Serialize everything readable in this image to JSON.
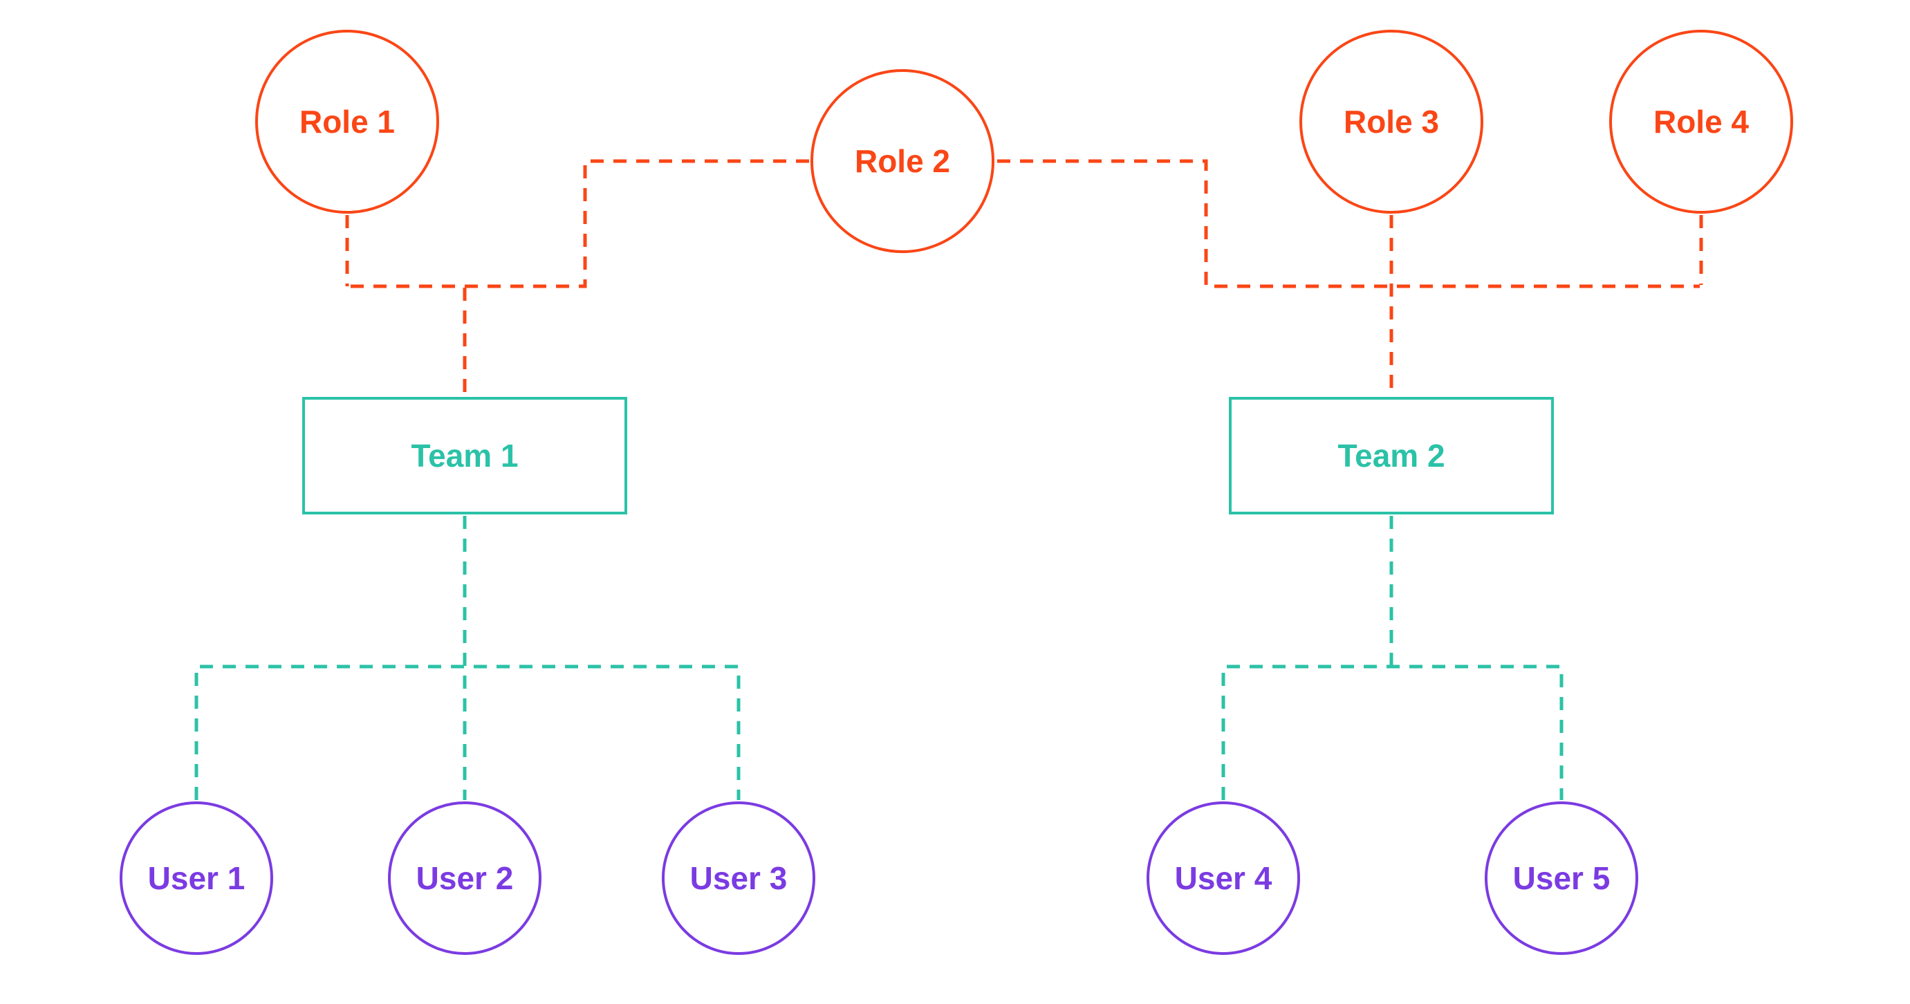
{
  "diagram": {
    "roles": [
      {
        "id": "role-1",
        "label": "Role 1"
      },
      {
        "id": "role-2",
        "label": "Role 2"
      },
      {
        "id": "role-3",
        "label": "Role 3"
      },
      {
        "id": "role-4",
        "label": "Role 4"
      }
    ],
    "teams": [
      {
        "id": "team-1",
        "label": "Team 1"
      },
      {
        "id": "team-2",
        "label": "Team 2"
      }
    ],
    "users": [
      {
        "id": "user-1",
        "label": "User 1"
      },
      {
        "id": "user-2",
        "label": "User 2"
      },
      {
        "id": "user-3",
        "label": "User 3"
      },
      {
        "id": "user-4",
        "label": "User 4"
      },
      {
        "id": "user-5",
        "label": "User 5"
      }
    ],
    "edges": [
      {
        "from": "role-1",
        "to": "team-1",
        "style": "dashed",
        "color": "#FA4616"
      },
      {
        "from": "role-2",
        "to": "team-1",
        "style": "dashed",
        "color": "#FA4616"
      },
      {
        "from": "role-2",
        "to": "team-2",
        "style": "dashed",
        "color": "#FA4616"
      },
      {
        "from": "role-3",
        "to": "team-2",
        "style": "dashed",
        "color": "#FA4616"
      },
      {
        "from": "role-4",
        "to": "team-2",
        "style": "dashed",
        "color": "#FA4616"
      },
      {
        "from": "team-1",
        "to": "user-1",
        "style": "dashed",
        "color": "#2BC2A7"
      },
      {
        "from": "team-1",
        "to": "user-2",
        "style": "dashed",
        "color": "#2BC2A7"
      },
      {
        "from": "team-1",
        "to": "user-3",
        "style": "dashed",
        "color": "#2BC2A7"
      },
      {
        "from": "team-2",
        "to": "user-4",
        "style": "dashed",
        "color": "#2BC2A7"
      },
      {
        "from": "team-2",
        "to": "user-5",
        "style": "dashed",
        "color": "#2BC2A7"
      }
    ],
    "colors": {
      "role": "#FA4616",
      "team": "#2BC2A7",
      "user": "#7B3BE2",
      "background": "#FFFFFF"
    }
  }
}
